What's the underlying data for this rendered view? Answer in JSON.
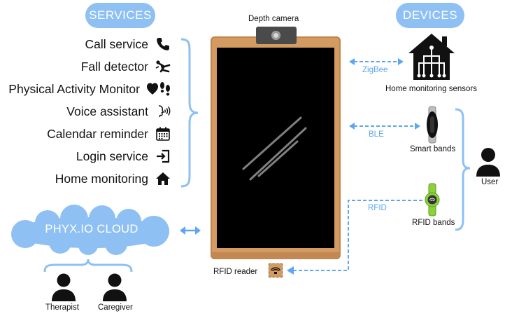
{
  "services": {
    "title": "SERVICES",
    "items": [
      {
        "label": "Call service",
        "icon": "phone-icon"
      },
      {
        "label": "Fall detector",
        "icon": "falling-person-icon"
      },
      {
        "label": "Physical Activity Monitor",
        "icon": "heart-footprints-icon"
      },
      {
        "label": "Voice assistant",
        "icon": "voice-icon"
      },
      {
        "label": "Calendar reminder",
        "icon": "calendar-icon"
      },
      {
        "label": "Login service",
        "icon": "login-icon"
      },
      {
        "label": "Home monitoring",
        "icon": "home-icon"
      }
    ]
  },
  "devices": {
    "title": "DEVICES",
    "home_sensors": "Home monitoring sensors",
    "smart_bands": "Smart bands",
    "rfid_bands": "RFID bands",
    "user": "User"
  },
  "tablet": {
    "camera_label": "Depth camera",
    "rfid_reader_label": "RFID reader"
  },
  "links": {
    "zigbee": "ZigBee",
    "ble": "BLE",
    "rfid": "RFID"
  },
  "cloud": {
    "label": "PHYX.IO CLOUD",
    "therapist": "Therapist",
    "caregiver": "Caregiver"
  },
  "colors": {
    "accent_blue": "#8ec0f4",
    "link_blue": "#5ea6f0",
    "tablet_frame": "#d39a62",
    "screen": "#000000",
    "band_green": "#8bd23a"
  }
}
